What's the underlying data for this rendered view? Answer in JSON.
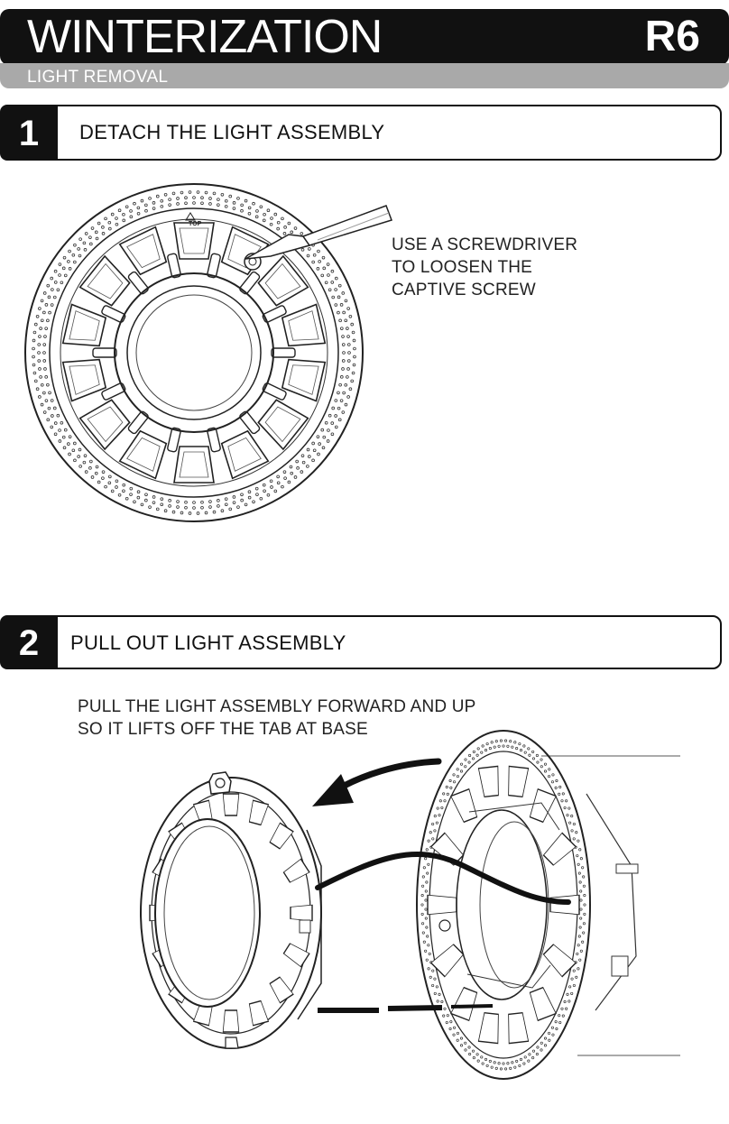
{
  "header": {
    "title": "WINTERIZATION",
    "model": "R6",
    "subtitle": "LIGHT REMOVAL"
  },
  "steps": [
    {
      "number": "1",
      "title": "DETACH THE LIGHT ASSEMBLY",
      "caption": [
        "USE A SCREWDRIVER",
        "TO LOOSEN THE",
        "CAPTIVE SCREW"
      ],
      "top_marker": "TOP"
    },
    {
      "number": "2",
      "title": "PULL OUT LIGHT ASSEMBLY",
      "caption": [
        "PULL THE LIGHT ASSEMBLY FORWARD AND UP",
        "SO IT LIFTS OFF THE TAB AT BASE"
      ]
    }
  ],
  "colors": {
    "header": "#111111",
    "subheader": "#a9a9a9"
  },
  "icons": [
    "screwdriver-icon",
    "arrow-curved-left-icon",
    "up-triangle-icon"
  ]
}
